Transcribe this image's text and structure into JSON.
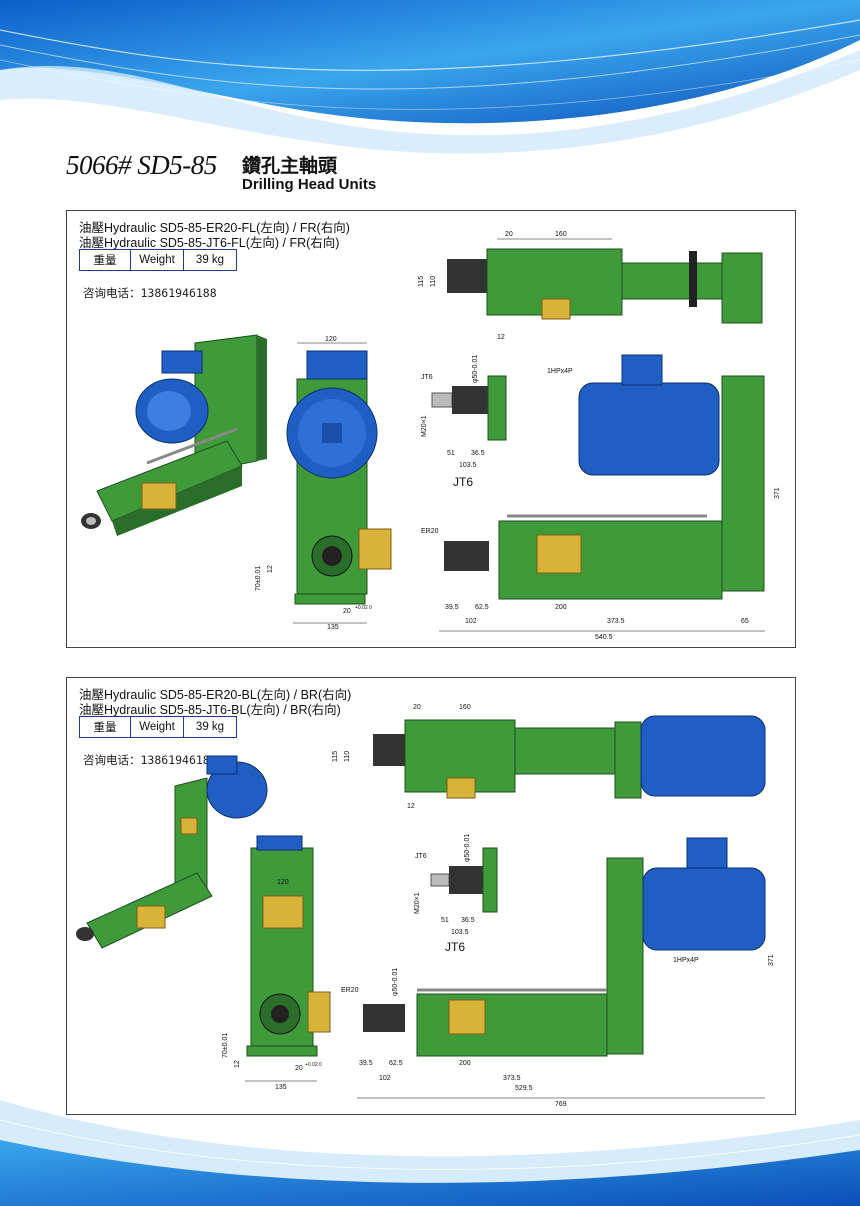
{
  "header": {
    "model": "5066# SD5-85",
    "title_zh": "鑽孔主軸頭",
    "title_en": "Drilling Head Units"
  },
  "panels": [
    {
      "line1": "油壓Hydraulic SD5-85-ER20-FL(左向) / FR(右向)",
      "line2": "油壓Hydraulic SD5-85-JT6-FL(左向) / FR(右向)",
      "weight_zh": "重量",
      "weight_en": "Weight",
      "weight_value": "39 kg",
      "contact": "咨询电话：13861946188",
      "dims": {
        "top_20": "20",
        "top_160": "160",
        "top_115": "115",
        "top_110": "110",
        "top_12": "12",
        "front_120": "120",
        "front_70": "70±0.01",
        "front_20": "20",
        "front_tol": "+0.02 0",
        "front_135": "135",
        "front_12": "12",
        "jt6_label": "JT6",
        "jt6_m20": "M20×1",
        "jt6_phi": "φ50-0.01",
        "jt6_51": "51",
        "jt6_365": "36.5",
        "jt6_1035": "103.5",
        "jt6_caption": "JT6",
        "motor": "1HPx4P",
        "side_371": "371",
        "er20": "ER20",
        "s_395": "39.5",
        "s_625": "62.5",
        "s_200": "200",
        "s_102": "102",
        "s_3735": "373.5",
        "s_65": "65",
        "s_5405": "540.5"
      }
    },
    {
      "line1": "油壓Hydraulic SD5-85-ER20-BL(左向) / BR(右向)",
      "line2": "油壓Hydraulic SD5-85-JT6-BL(左向) / BR(右向)",
      "weight_zh": "重量",
      "weight_en": "Weight",
      "weight_value": "39 kg",
      "contact": "咨询电话：13861946188",
      "dims": {
        "top_20": "20",
        "top_160": "160",
        "top_115": "115",
        "top_110": "110",
        "top_12": "12",
        "front_120": "120",
        "front_70": "70±0.01",
        "front_20": "20",
        "front_tol": "+0.02 0",
        "front_135": "135",
        "front_12": "12",
        "jt6_label": "JT6",
        "jt6_m20": "M20×1",
        "jt6_phi": "φ50-0.01",
        "jt6_51": "51",
        "jt6_365": "36.5",
        "jt6_1035": "103.5",
        "jt6_caption": "JT6",
        "motor": "1HPx4P",
        "side_371": "371",
        "er20": "ER20",
        "phi50": "φ50-0.01",
        "s_395": "39.5",
        "s_625": "62.5",
        "s_200": "200",
        "s_102": "102",
        "s_3735": "373.5",
        "s_5295": "529.5",
        "s_769": "769"
      }
    }
  ],
  "colors": {
    "machine_green": "#3f9a3a",
    "dark_green": "#2a6e2a",
    "motor_blue": "#1f5fc4",
    "brass": "#d9b23a",
    "frame_blue": "#1a3c8c",
    "wave_blue": "#1e7fd8"
  }
}
